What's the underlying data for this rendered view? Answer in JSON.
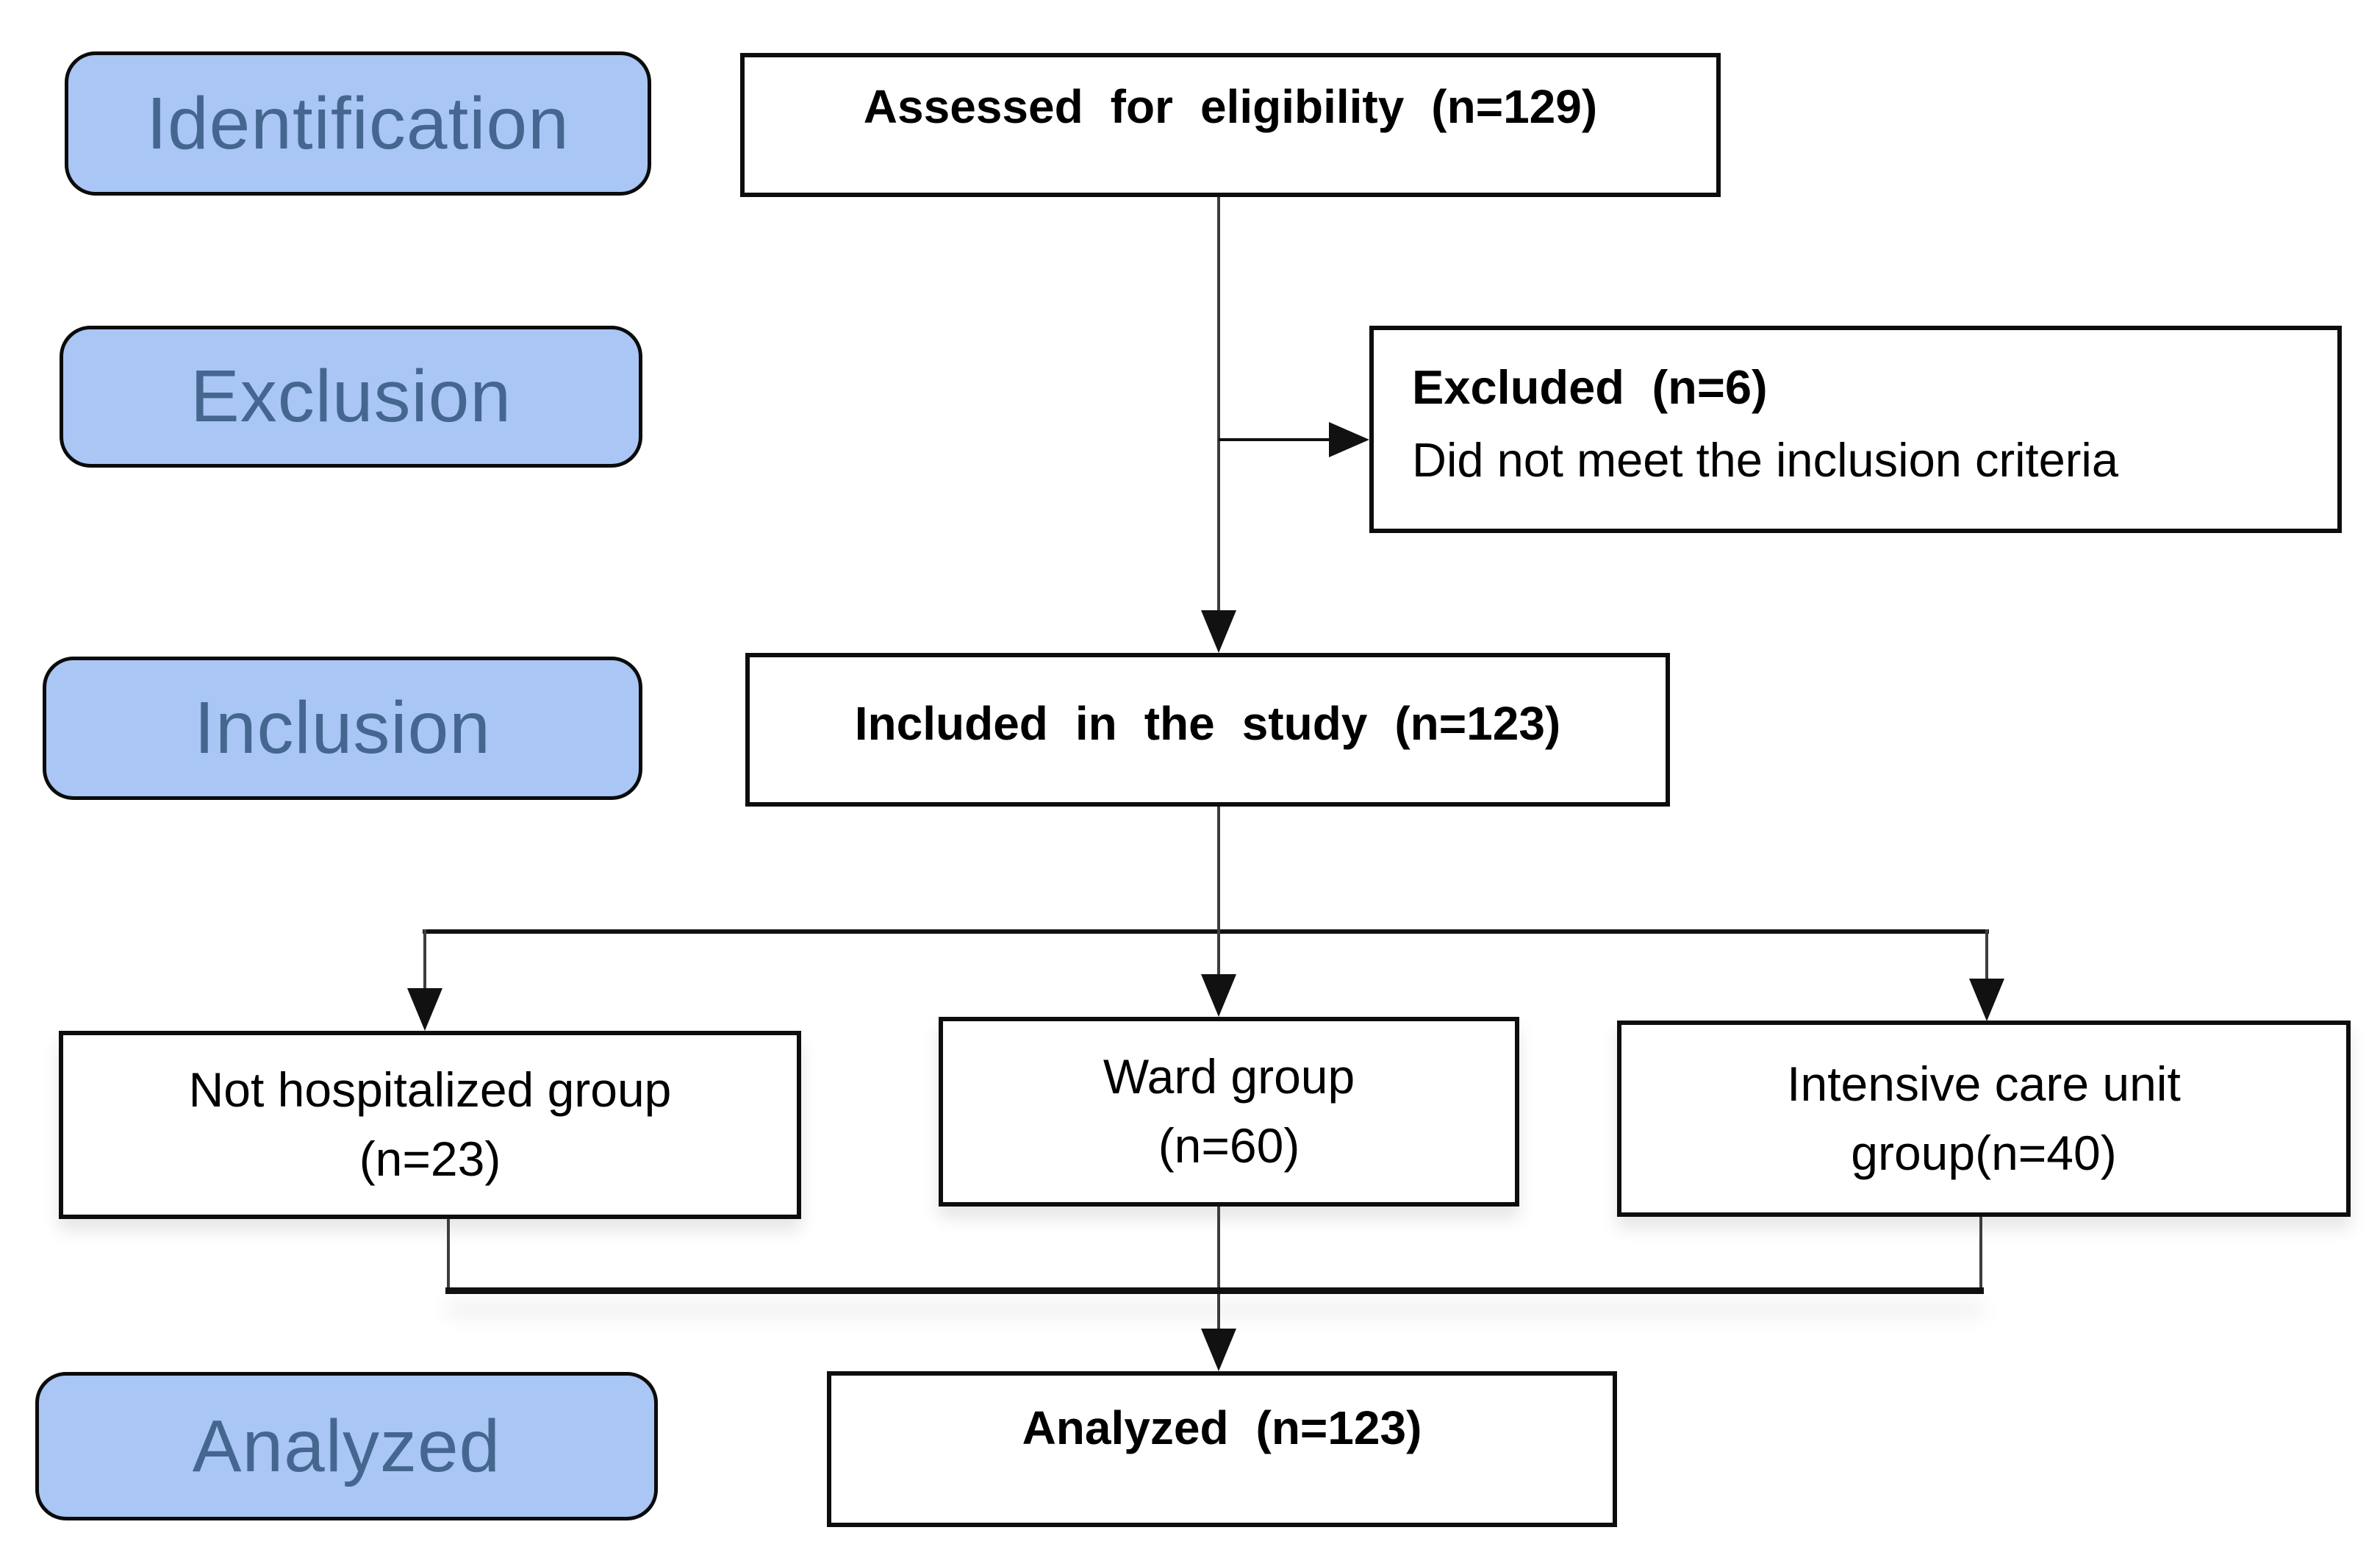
{
  "figure": {
    "type": "study-flow-diagram",
    "background": "#ffffff",
    "colors": {
      "stage_fill": "#a9c6f4",
      "stage_text": "#45678f",
      "box_border": "#0d0d0d",
      "connector": "#3d3d3d",
      "arrow": "#111111"
    },
    "stage_labels": [
      {
        "label": "Identification"
      },
      {
        "label": "Exclusion"
      },
      {
        "label": "Inclusion"
      },
      {
        "label": "Analyzed"
      }
    ],
    "boxes": {
      "assessed": {
        "label": "Assessed for eligibility (n=129)"
      },
      "excluded": {
        "title": "Excluded (n=6)",
        "reason": "Did not meet the inclusion criteria"
      },
      "included": {
        "label": "Included in the study (n=123)"
      },
      "not_hospitalized": {
        "name": "Not hospitalized group",
        "count": "(n=23)"
      },
      "ward": {
        "name": "Ward group",
        "count": "(n=60)"
      },
      "icu": {
        "name": "Intensive care unit",
        "count": "group(n=40)"
      },
      "analyzed": {
        "label": "Analyzed (n=123)"
      }
    }
  }
}
